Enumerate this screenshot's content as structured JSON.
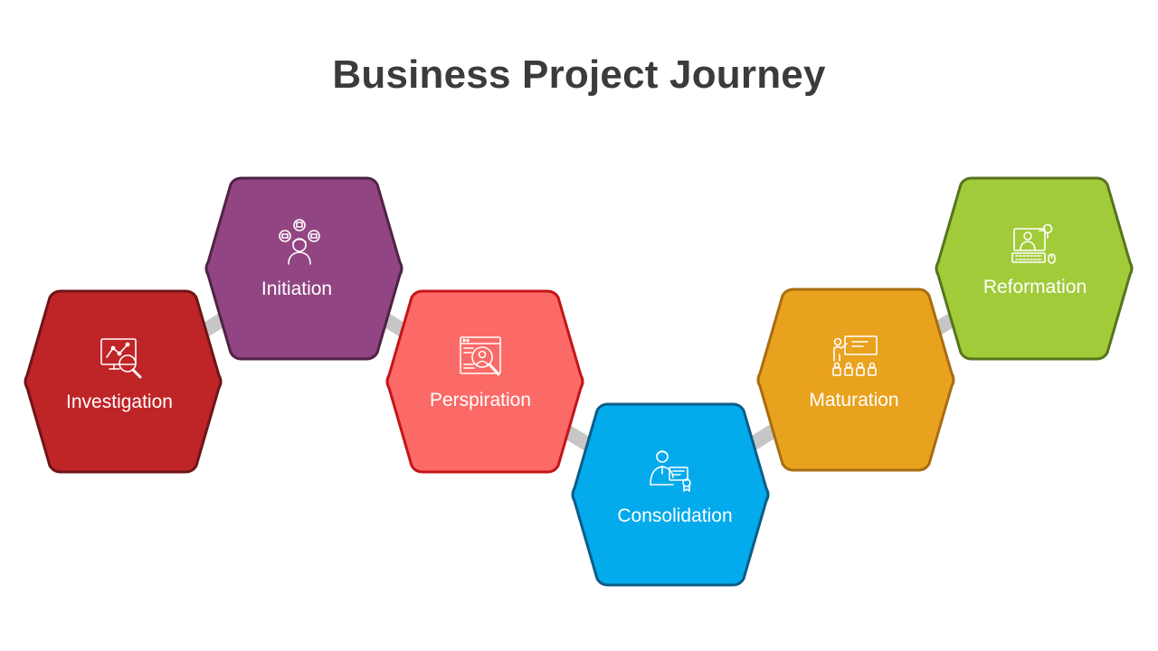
{
  "title": "Business Project Journey",
  "connector_color": "#c6c6c6",
  "stages": [
    {
      "label": "Investigation",
      "icon": "analytics-magnifier-icon",
      "fill": "#bf2427",
      "stroke": "#6e1418"
    },
    {
      "label": "Initiation",
      "icon": "person-with-ideas-icon",
      "fill": "#914582",
      "stroke": "#4e2347"
    },
    {
      "label": "Perspiration",
      "icon": "web-search-icon",
      "fill": "#fb6a66",
      "stroke": "#c4141a"
    },
    {
      "label": "Consolidation",
      "icon": "certified-employee-icon",
      "fill": "#03aaec",
      "stroke": "#0d5c86"
    },
    {
      "label": "Maturation",
      "icon": "presentation-audience-icon",
      "fill": "#e9a21e",
      "stroke": "#a86d10"
    },
    {
      "label": "Reformation",
      "icon": "computer-workstation-icon",
      "fill": "#a2cb3a",
      "stroke": "#56741d"
    }
  ]
}
